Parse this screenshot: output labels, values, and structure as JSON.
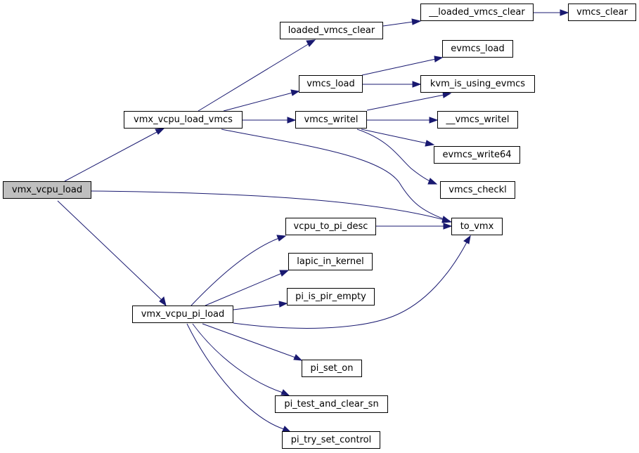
{
  "graph": {
    "edge_color": "#191970",
    "root_fill": "#bfbfbf",
    "nodes": {
      "vmx_vcpu_load": "vmx_vcpu_load",
      "vmx_vcpu_load_vmcs": "vmx_vcpu_load_vmcs",
      "vmx_vcpu_pi_load": "vmx_vcpu_pi_load",
      "loaded_vmcs_clear": "loaded_vmcs_clear",
      "__loaded_vmcs_clear": "__loaded_vmcs_clear",
      "vmcs_clear": "vmcs_clear",
      "vmcs_load": "vmcs_load",
      "evmcs_load": "evmcs_load",
      "kvm_is_using_evmcs": "kvm_is_using_evmcs",
      "vmcs_writel": "vmcs_writel",
      "__vmcs_writel": "__vmcs_writel",
      "evmcs_write64": "evmcs_write64",
      "vmcs_checkl": "vmcs_checkl",
      "to_vmx": "to_vmx",
      "vcpu_to_pi_desc": "vcpu_to_pi_desc",
      "lapic_in_kernel": "lapic_in_kernel",
      "pi_is_pir_empty": "pi_is_pir_empty",
      "pi_set_on": "pi_set_on",
      "pi_test_and_clear_sn": "pi_test_and_clear_sn",
      "pi_try_set_control": "pi_try_set_control"
    },
    "edges": [
      [
        "vmx_vcpu_load",
        "vmx_vcpu_load_vmcs"
      ],
      [
        "vmx_vcpu_load",
        "to_vmx"
      ],
      [
        "vmx_vcpu_load",
        "vmx_vcpu_pi_load"
      ],
      [
        "vmx_vcpu_load_vmcs",
        "loaded_vmcs_clear"
      ],
      [
        "vmx_vcpu_load_vmcs",
        "vmcs_load"
      ],
      [
        "vmx_vcpu_load_vmcs",
        "vmcs_writel"
      ],
      [
        "vmx_vcpu_load_vmcs",
        "to_vmx"
      ],
      [
        "loaded_vmcs_clear",
        "__loaded_vmcs_clear"
      ],
      [
        "__loaded_vmcs_clear",
        "vmcs_clear"
      ],
      [
        "vmcs_load",
        "evmcs_load"
      ],
      [
        "vmcs_load",
        "kvm_is_using_evmcs"
      ],
      [
        "vmcs_writel",
        "kvm_is_using_evmcs"
      ],
      [
        "vmcs_writel",
        "__vmcs_writel"
      ],
      [
        "vmcs_writel",
        "evmcs_write64"
      ],
      [
        "vmcs_writel",
        "vmcs_checkl"
      ],
      [
        "vmx_vcpu_pi_load",
        "vcpu_to_pi_desc"
      ],
      [
        "vmx_vcpu_pi_load",
        "lapic_in_kernel"
      ],
      [
        "vmx_vcpu_pi_load",
        "pi_is_pir_empty"
      ],
      [
        "vmx_vcpu_pi_load",
        "to_vmx"
      ],
      [
        "vmx_vcpu_pi_load",
        "pi_set_on"
      ],
      [
        "vmx_vcpu_pi_load",
        "pi_test_and_clear_sn"
      ],
      [
        "vmx_vcpu_pi_load",
        "pi_try_set_control"
      ],
      [
        "vcpu_to_pi_desc",
        "to_vmx"
      ]
    ]
  }
}
